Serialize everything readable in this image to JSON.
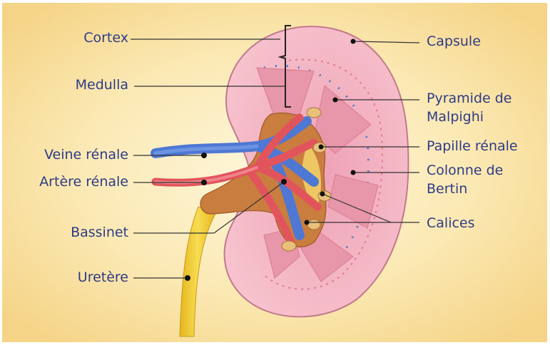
{
  "labels": {
    "cortex": "Cortex",
    "medulla": "Medulla",
    "veine_renale": "Veine rénale",
    "artere_renale": "Artère rénale",
    "bassinet": "Bassinet",
    "uretere": "Uretère",
    "capsule": "Capsule",
    "pyramide_l1": "Pyramide de",
    "pyramide_l2": "Malpighi",
    "papille": "Papille rénale",
    "colonne_l1": "Colonne de",
    "colonne_l2": "Bertin",
    "calices": "Calices"
  },
  "colors": {
    "label_text": "#2e3b86",
    "background_center": "#fdf3cf",
    "background_edge": "#f7d98f",
    "kidney_cortex": "#f4b6c2",
    "kidney_outline": "#c07a8c",
    "medulla": "#ec9fb1",
    "vein": "#4e78d4",
    "artery": "#e2545c",
    "pelvis": "#c77a3c",
    "ureter": "#f2cd2e",
    "leader_line": "#333333"
  }
}
